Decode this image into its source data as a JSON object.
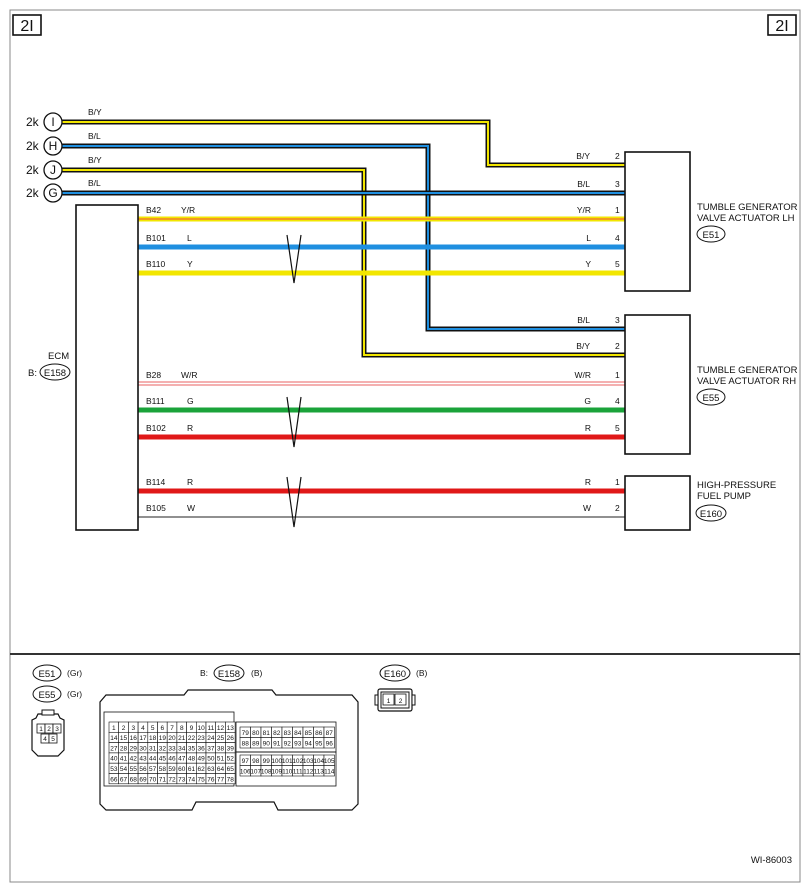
{
  "page_tag": "2I",
  "footer_code": "WI-86003",
  "wire_colors": {
    "yellow": "#f2e600",
    "blue": "#1f8fe0",
    "black": "#111111",
    "green": "#1aa33a",
    "red": "#e01818",
    "orange": "#f29a1e",
    "pink_red": "#e86060",
    "white": "#ffffff"
  },
  "off_page": [
    {
      "ref": "2k",
      "letter": "I",
      "wire": "B/Y"
    },
    {
      "ref": "2k",
      "letter": "H",
      "wire": "B/L"
    },
    {
      "ref": "2k",
      "letter": "J",
      "wire": "B/Y"
    },
    {
      "ref": "2k",
      "letter": "G",
      "wire": "B/L"
    }
  ],
  "ecm": {
    "name": "ECM",
    "connector_prefix": "B:",
    "connector": "E158"
  },
  "ecm_wires": [
    {
      "term": "B42",
      "color": "Y/R",
      "far_color": "Y/R",
      "pin": "1"
    },
    {
      "term": "B101",
      "color": "L",
      "far_color": "L",
      "pin": "4"
    },
    {
      "term": "B110",
      "color": "Y",
      "far_color": "Y",
      "pin": "5"
    },
    {
      "term": "B28",
      "color": "W/R",
      "far_color": "W/R",
      "pin": "1"
    },
    {
      "term": "B111",
      "color": "G",
      "far_color": "G",
      "pin": "4"
    },
    {
      "term": "B102",
      "color": "R",
      "far_color": "R",
      "pin": "5"
    },
    {
      "term": "B114",
      "color": "R",
      "far_color": "R",
      "pin": "1"
    },
    {
      "term": "B105",
      "color": "W",
      "far_color": "W",
      "pin": "2"
    }
  ],
  "lh_side_wires": [
    {
      "color": "B/Y",
      "pin": "2"
    },
    {
      "color": "B/L",
      "pin": "3"
    }
  ],
  "rh_side_wires": [
    {
      "color": "B/L",
      "pin": "3"
    },
    {
      "color": "B/Y",
      "pin": "2"
    }
  ],
  "components": [
    {
      "line1": "TUMBLE GENERATOR",
      "line2": "VALVE ACTUATOR LH",
      "connector": "E51"
    },
    {
      "line1": "TUMBLE GENERATOR",
      "line2": "VALVE ACTUATOR RH",
      "connector": "E55"
    },
    {
      "line1": "HIGH-PRESSURE",
      "line2": "FUEL PUMP",
      "connector": "E160"
    }
  ],
  "legend": {
    "e51": {
      "id": "E51",
      "color": "(Gr)"
    },
    "e55": {
      "id": "E55",
      "color": "(Gr)"
    },
    "e158": {
      "prefix": "B:",
      "id": "E158",
      "color": "(B)"
    },
    "e160": {
      "id": "E160",
      "color": "(B)"
    }
  },
  "small_connector_pins": [
    "1",
    "2",
    "3",
    "4",
    "5"
  ],
  "pump_connector_pins": [
    "1",
    "2"
  ],
  "ecm_left_pins": [
    [
      "1",
      "2",
      "3",
      "4",
      "5",
      "6",
      "7",
      "8",
      "9",
      "10",
      "11",
      "12",
      "13"
    ],
    [
      "14",
      "15",
      "16",
      "17",
      "18",
      "19",
      "20",
      "21",
      "22",
      "23",
      "24",
      "25",
      "26"
    ],
    [
      "27",
      "28",
      "29",
      "30",
      "31",
      "32",
      "33",
      "34",
      "35",
      "36",
      "37",
      "38",
      "39"
    ],
    [
      "40",
      "41",
      "42",
      "43",
      "44",
      "45",
      "46",
      "47",
      "48",
      "49",
      "50",
      "51",
      "52"
    ],
    [
      "53",
      "54",
      "55",
      "56",
      "57",
      "58",
      "59",
      "60",
      "61",
      "62",
      "63",
      "64",
      "65"
    ],
    [
      "66",
      "67",
      "68",
      "69",
      "70",
      "71",
      "72",
      "73",
      "74",
      "75",
      "76",
      "77",
      "78"
    ]
  ],
  "ecm_right_top_pins": [
    [
      "79",
      "80",
      "81",
      "82",
      "83",
      "84",
      "85",
      "86",
      "87"
    ],
    [
      "88",
      "89",
      "90",
      "91",
      "92",
      "93",
      "94",
      "95",
      "96"
    ]
  ],
  "ecm_right_bottom_pins": [
    [
      "97",
      "98",
      "99",
      "100",
      "101",
      "102",
      "103",
      "104",
      "105"
    ],
    [
      "106",
      "107",
      "108",
      "109",
      "110",
      "111",
      "112",
      "113",
      "114"
    ]
  ]
}
